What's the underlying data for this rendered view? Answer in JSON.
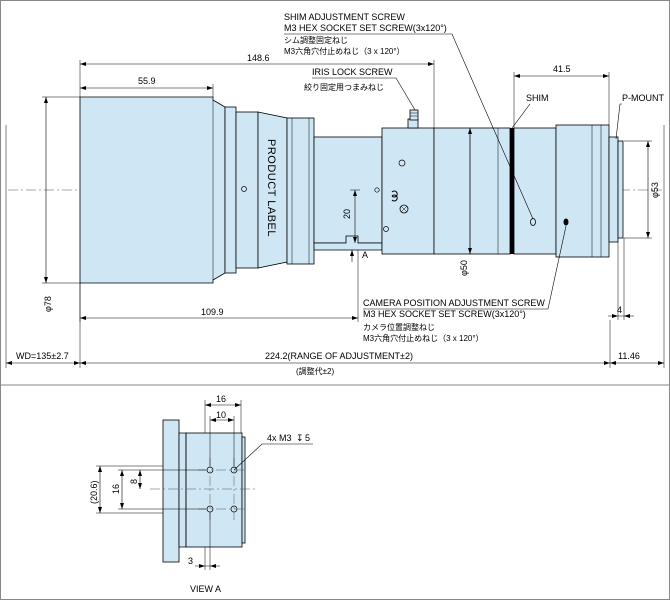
{
  "callouts": {
    "shim_screw_en_1": "SHIM ADJUSTMENT SCREW",
    "shim_screw_en_2": "M3 HEX SOCKET SET SCREW(3x120°)",
    "shim_screw_jp_1": "シム調整固定ねじ",
    "shim_screw_jp_2": "M3六角穴付止めねじ（3 x 120°）",
    "iris_en": "IRIS LOCK SCREW",
    "iris_jp": "絞り固定用つまみねじ",
    "shim": "SHIM",
    "pmount": "P-MOUNT",
    "product_label": "PRODUCT LABEL",
    "camera_en_1": "CAMERA POSITION ADJUSTMENT SCREW",
    "camera_en_2": "M3 HEX SOCKET SET SCREW(3x120°)",
    "camera_jp_1": "カメラ位置調整ねじ",
    "camera_jp_2": "M3六角穴付止めねじ（3 x 120°）",
    "view_a_marker": "A",
    "view_a_title": "VIEW A",
    "holes": "4x M3",
    "hole_depth_symbol": "↧",
    "hole_depth": "5"
  },
  "dimensions": {
    "d148": "148.6",
    "d559": "55.9",
    "d415": "41.5",
    "d1099": "109.9",
    "d4": "4",
    "wd": "WD=135±2.7",
    "range": "224.2(RANGE OF ADJUSTMENT±2)",
    "range_jp": "(調整代±2)",
    "d1146": "11.46",
    "d20": "20",
    "dia78": "φ78",
    "dia50": "φ50",
    "dia53": "φ53",
    "va16": "16",
    "va10": "10",
    "va206": "(20.6)",
    "va16v": "16",
    "va8": "8",
    "va3": "3"
  }
}
